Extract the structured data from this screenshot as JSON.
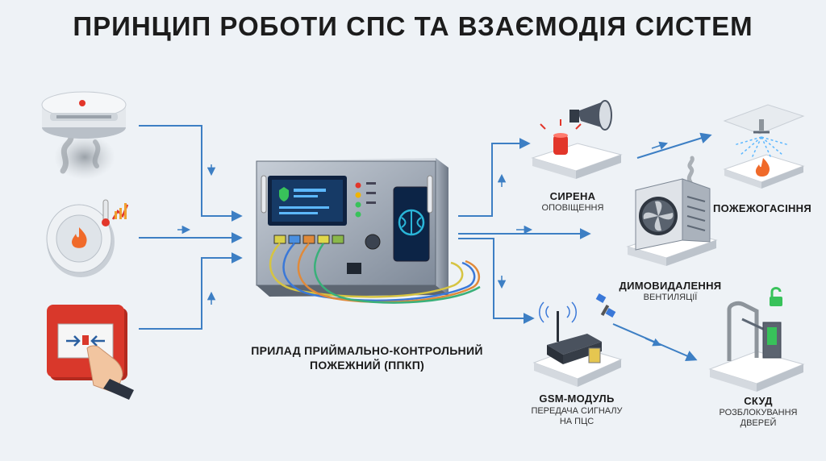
{
  "title": "ПРИНЦИП РОБОТИ СПС ТА ВЗАЄМОДІЯ СИСТЕМ",
  "panel": {
    "line1": "ПРИЛАД ПРИЙМАЛЬНО-КОНТРОЛЬНИЙ",
    "line2": "ПОЖЕЖНИЙ (ППКП)"
  },
  "outputs": {
    "siren": {
      "name": "СИРЕНА",
      "sub": "ОПОВІЩЕННЯ"
    },
    "extinguish": {
      "name": "ПОЖЕЖОГАСІННЯ"
    },
    "smoke": {
      "name": "ДИМОВИДАЛЕННЯ",
      "sub": "ВЕНТИЛЯЦІЇ"
    },
    "gsm": {
      "name": "GSM-МОДУЛЬ",
      "sub1": "ПЕРЕДАЧА СИГНАЛУ",
      "sub2": "НА ПЦС"
    },
    "access": {
      "name": "СКУД",
      "sub1": "РОЗБЛОКУВАННЯ",
      "sub2": "ДВЕРЕЙ"
    }
  },
  "colors": {
    "arrow": "#3d7fc4",
    "panel": "#8a94a3",
    "screen": "#163a66",
    "alarm": "#e2362a",
    "brain": "#2ab5d8"
  }
}
